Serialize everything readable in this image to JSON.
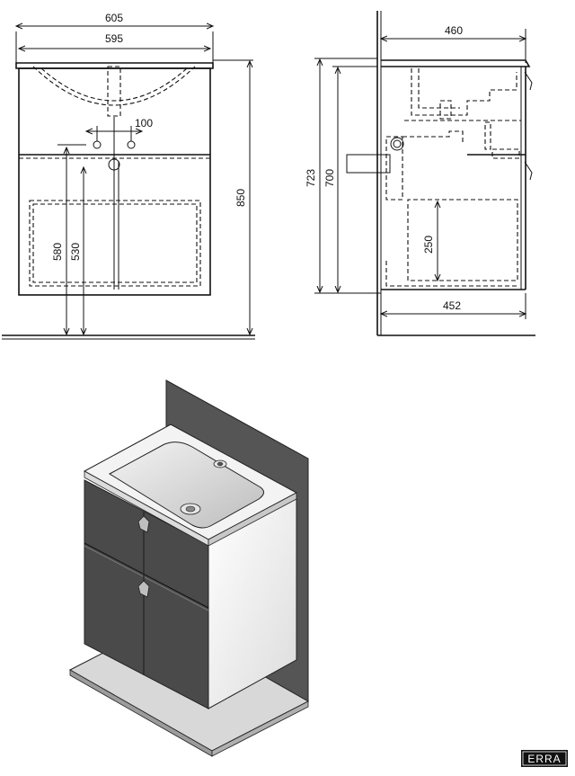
{
  "dimensions": {
    "front_outer_width": "605",
    "front_inner_width": "595",
    "tap_spacing": "100",
    "total_height": "850",
    "drain_height_high": "580",
    "drain_height_low": "530",
    "side_depth_top": "460",
    "side_depth_bottom": "452",
    "side_height_723": "723",
    "side_height_700": "700",
    "siphon_height": "250"
  },
  "logo": {
    "text": "ERRA"
  },
  "colors": {
    "line": "#111111",
    "cabinet_front": "#4a4a4a",
    "cabinet_side": "#f2f2f2",
    "wall": "#555555",
    "floor": "#d8d8d8"
  }
}
